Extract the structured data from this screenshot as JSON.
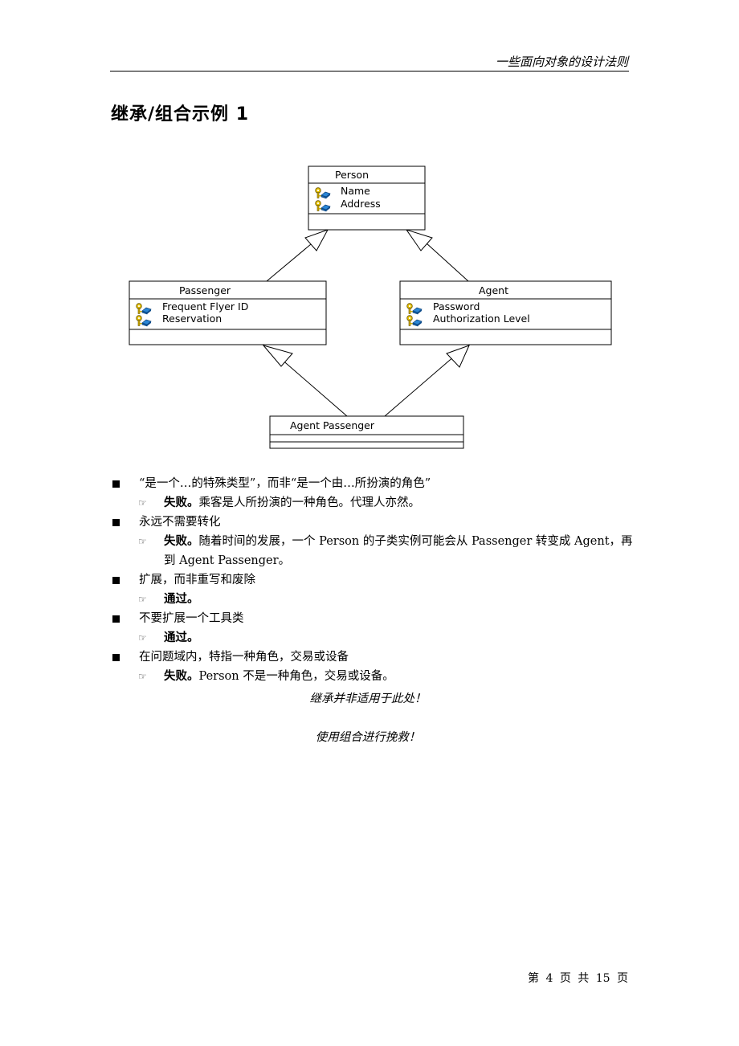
{
  "header": {
    "title": "一些面向对象的设计法则"
  },
  "section_title": "继承/组合示例 1",
  "diagram": {
    "person": {
      "name": "Person",
      "attributes": [
        "Name",
        "Address"
      ]
    },
    "passenger": {
      "name": "Passenger",
      "attributes": [
        "Frequent Flyer ID",
        "Reservation"
      ]
    },
    "agent": {
      "name": "Agent",
      "attributes": [
        "Password",
        "Authorization Level"
      ]
    },
    "agent_passenger": {
      "name": "Agent Passenger",
      "attributes": []
    },
    "attribute_icon": "key-attribute-icon"
  },
  "bullets": [
    {
      "text": "“是一个…的特殊类型”，而非“是一个由…所扮演的角色”",
      "verdict": "失败。",
      "detail": "乘客是人所扮演的一种角色。代理人亦然。"
    },
    {
      "text": "永远不需要转化",
      "verdict": "失败。",
      "detail": "随着时间的发展，一个 Person 的子类实例可能会从 Passenger 转变成 Agent，再到 Agent Passenger。"
    },
    {
      "text": "扩展，而非重写和废除",
      "verdict": "通过。",
      "detail": ""
    },
    {
      "text": "不要扩展一个工具类",
      "verdict": "通过。",
      "detail": ""
    },
    {
      "text": "在问题域内，特指一种角色，交易或设备",
      "verdict": "失败。",
      "detail": "Person 不是一种角色，交易或设备。"
    }
  ],
  "sub_bullet_icon": "☞",
  "notes": [
    "继承并非适用于此处！",
    "使用组合进行挽救！"
  ],
  "footer": {
    "page_label": "第 4 页 共 15 页"
  }
}
